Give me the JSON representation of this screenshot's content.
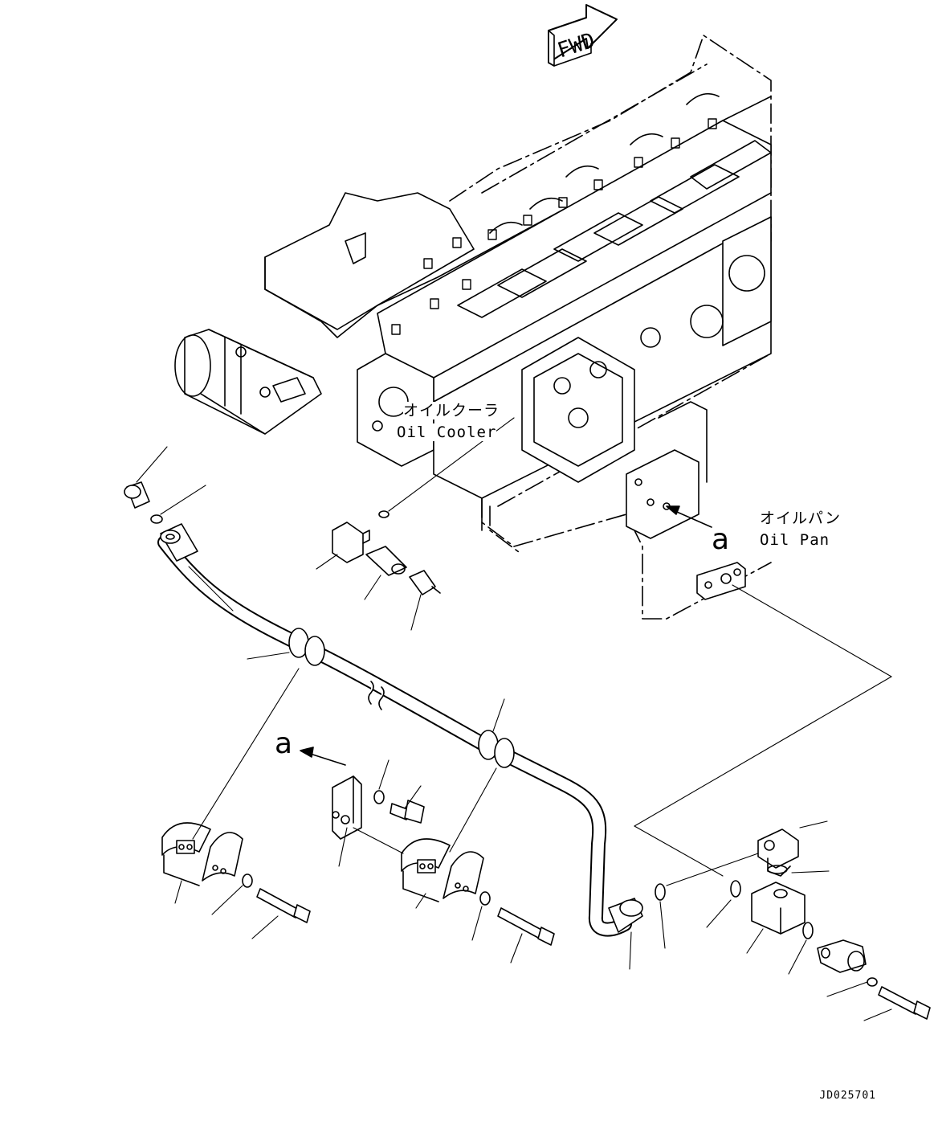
{
  "fwd_label": "FWD",
  "oil_cooler": {
    "ja": "オイルクーラ",
    "en": "Oil Cooler"
  },
  "oil_pan": {
    "ja": "オイルパン",
    "en": "Oil Pan"
  },
  "view_marker": "a",
  "doc_id": "JD025701",
  "colors": {
    "line": "#000000",
    "background": "#ffffff"
  }
}
